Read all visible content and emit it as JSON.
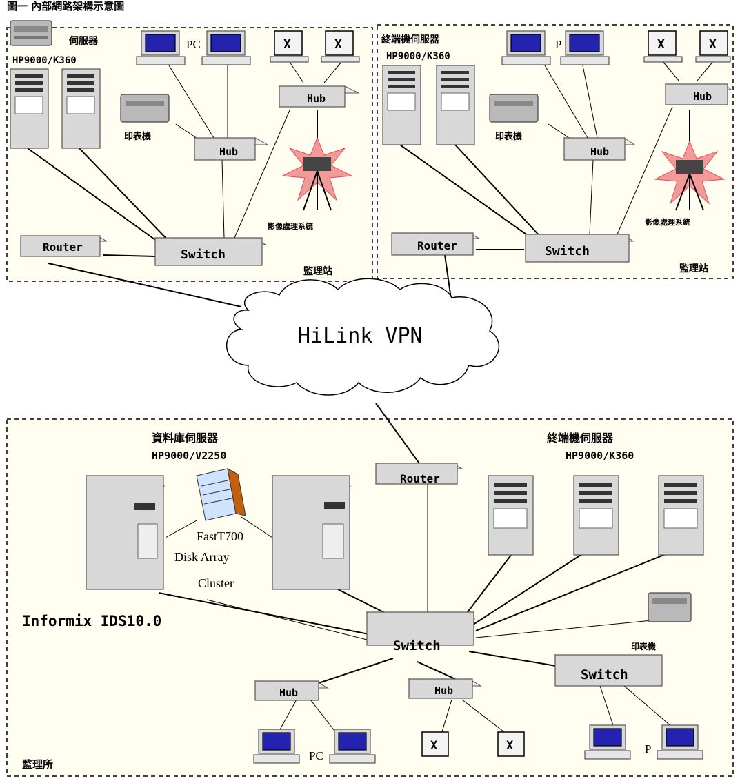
{
  "page_title": "圖一 內部網路架構示意圖",
  "vpn": {
    "label": "HiLink VPN"
  },
  "site_left": {
    "server_title": "伺服器",
    "server_model": "HP9000/K360",
    "pc_label": "PC",
    "printer_label": "印表機",
    "hub_label": "Hub",
    "hub2_label": "Hub",
    "switch_label": "Switch",
    "router_label": "Router",
    "image_system_label": "影像處理系統",
    "station_label": "監理站"
  },
  "site_right": {
    "server_title": "終端機伺服器",
    "server_model": "HP9000/K360",
    "pc_label": "P",
    "printer_label": "印表機",
    "hub_label": "Hub",
    "hub2_label": "Hub",
    "switch_label": "Switch",
    "router_label": "Router",
    "image_system_label": "影像處理系統",
    "station_label": "監理站"
  },
  "site_bottom": {
    "db_server_title": "資料庫伺服器",
    "db_server_model": "HP9000/V2250",
    "terminal_server_title": "終端機伺服器",
    "terminal_server_model": "HP9000/K360",
    "disk_array_line1": "FastT700",
    "disk_array_line2": "Disk Array",
    "disk_array_line3": "Cluster",
    "database_label": "Informix IDS10.0",
    "router_label": "Router",
    "switch_label": "Switch",
    "switch2_label": "Switch",
    "printer_label": "印表機",
    "hub1_label": "Hub",
    "hub2_label": "Hub",
    "pc_label": "PC",
    "pc2_label": "P",
    "x_label": "X",
    "office_label": "監理所"
  },
  "colors": {
    "screen": "#2323b0",
    "alarm": "#f29a9a",
    "box_fill": "#fffef0"
  }
}
